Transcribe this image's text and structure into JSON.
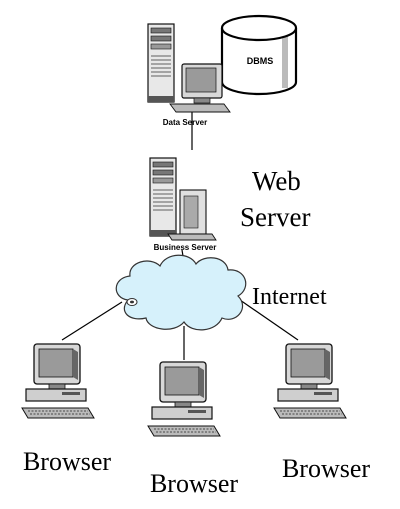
{
  "nodes": {
    "dbms": {
      "label": "DBMS"
    },
    "data_server": {
      "label": "Data Server"
    },
    "business_server": {
      "label": "Business Server"
    },
    "web_server": {
      "line1": "Web",
      "line2": "Server"
    },
    "internet": {
      "label": "Internet"
    },
    "browsers": [
      {
        "label": "Browser"
      },
      {
        "label": "Browser"
      },
      {
        "label": "Browser"
      }
    ]
  }
}
